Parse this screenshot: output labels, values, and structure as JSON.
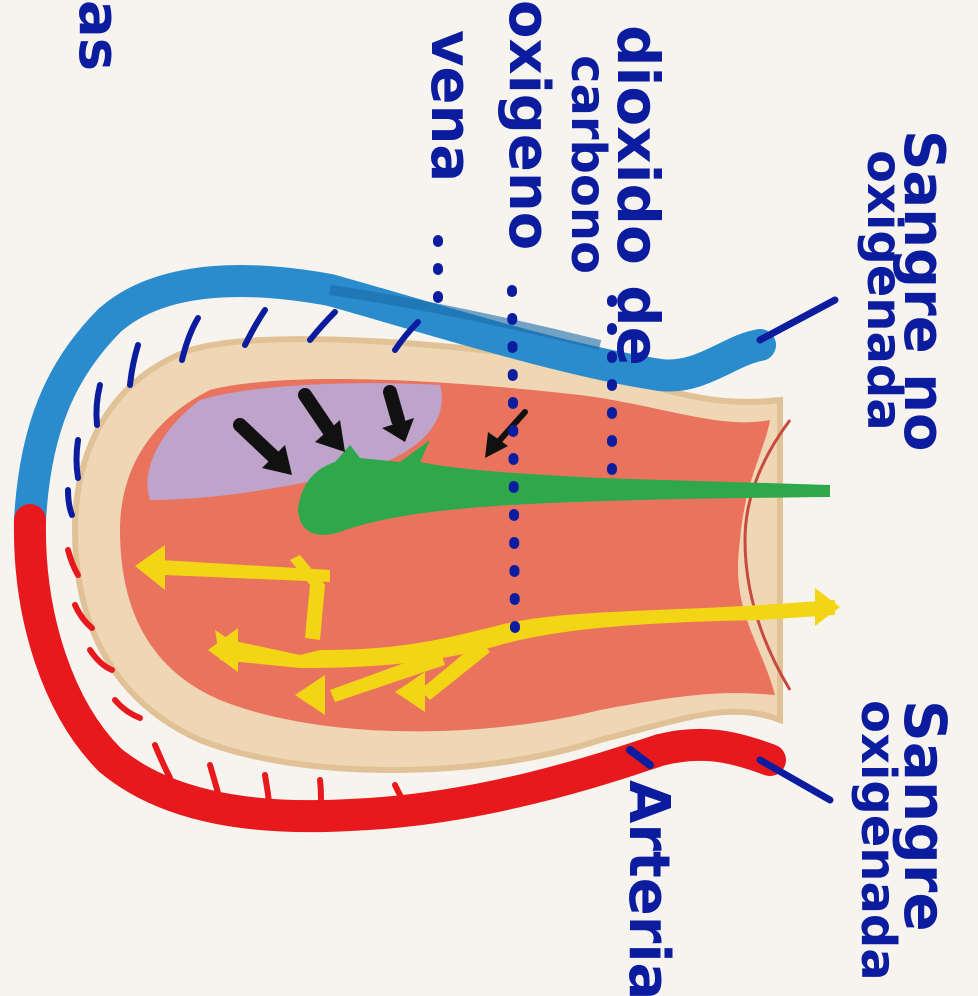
{
  "labels": {
    "top_partial": "as",
    "co2_line1": "dioxido de",
    "co2_line2": "carbono",
    "oxygen": "oxigeno",
    "vein": "vena",
    "deox_line1": "Sangre no",
    "deox_line2": "oxigenada",
    "ox_line1": "Sangre",
    "ox_line2": "oxigenada",
    "artery": "Arteria"
  },
  "colors": {
    "text": "#0b1d9e",
    "vein": "#2a8ccc",
    "artery": "#e8191d",
    "tissue": "#e9624f",
    "membrane": "#efd7b5",
    "co2_zone": "#b9a8d6",
    "co2_duct": "#2ea84a",
    "oxygen_duct": "#f2d615",
    "arrows": "#111111"
  }
}
